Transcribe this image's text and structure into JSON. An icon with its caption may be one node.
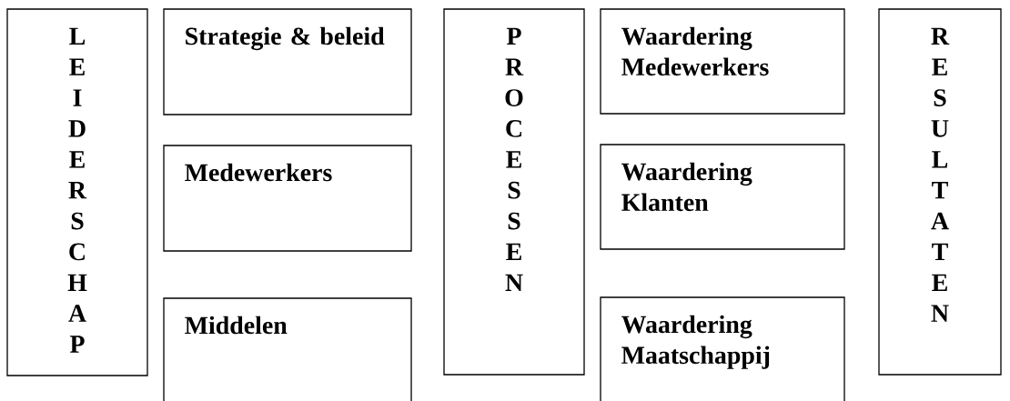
{
  "diagram": {
    "nodes": [
      {
        "text": [
          "L E I D E R S C H A P"
        ]
      },
      {
        "text": [
          "Strategie & beleid"
        ]
      },
      {
        "text": [
          "Medewerkers"
        ]
      },
      {
        "text": [
          "Middelen"
        ]
      },
      {
        "text": [
          "P R O C E S S E N"
        ]
      },
      {
        "text": [
          "Waardering Medewerkers"
        ]
      },
      {
        "text": [
          "Waardering Klanten"
        ]
      },
      {
        "text": [
          "Waardering Maatschappij"
        ]
      },
      {
        "text": [
          "R E S U L T A T E N"
        ]
      }
    ]
  }
}
